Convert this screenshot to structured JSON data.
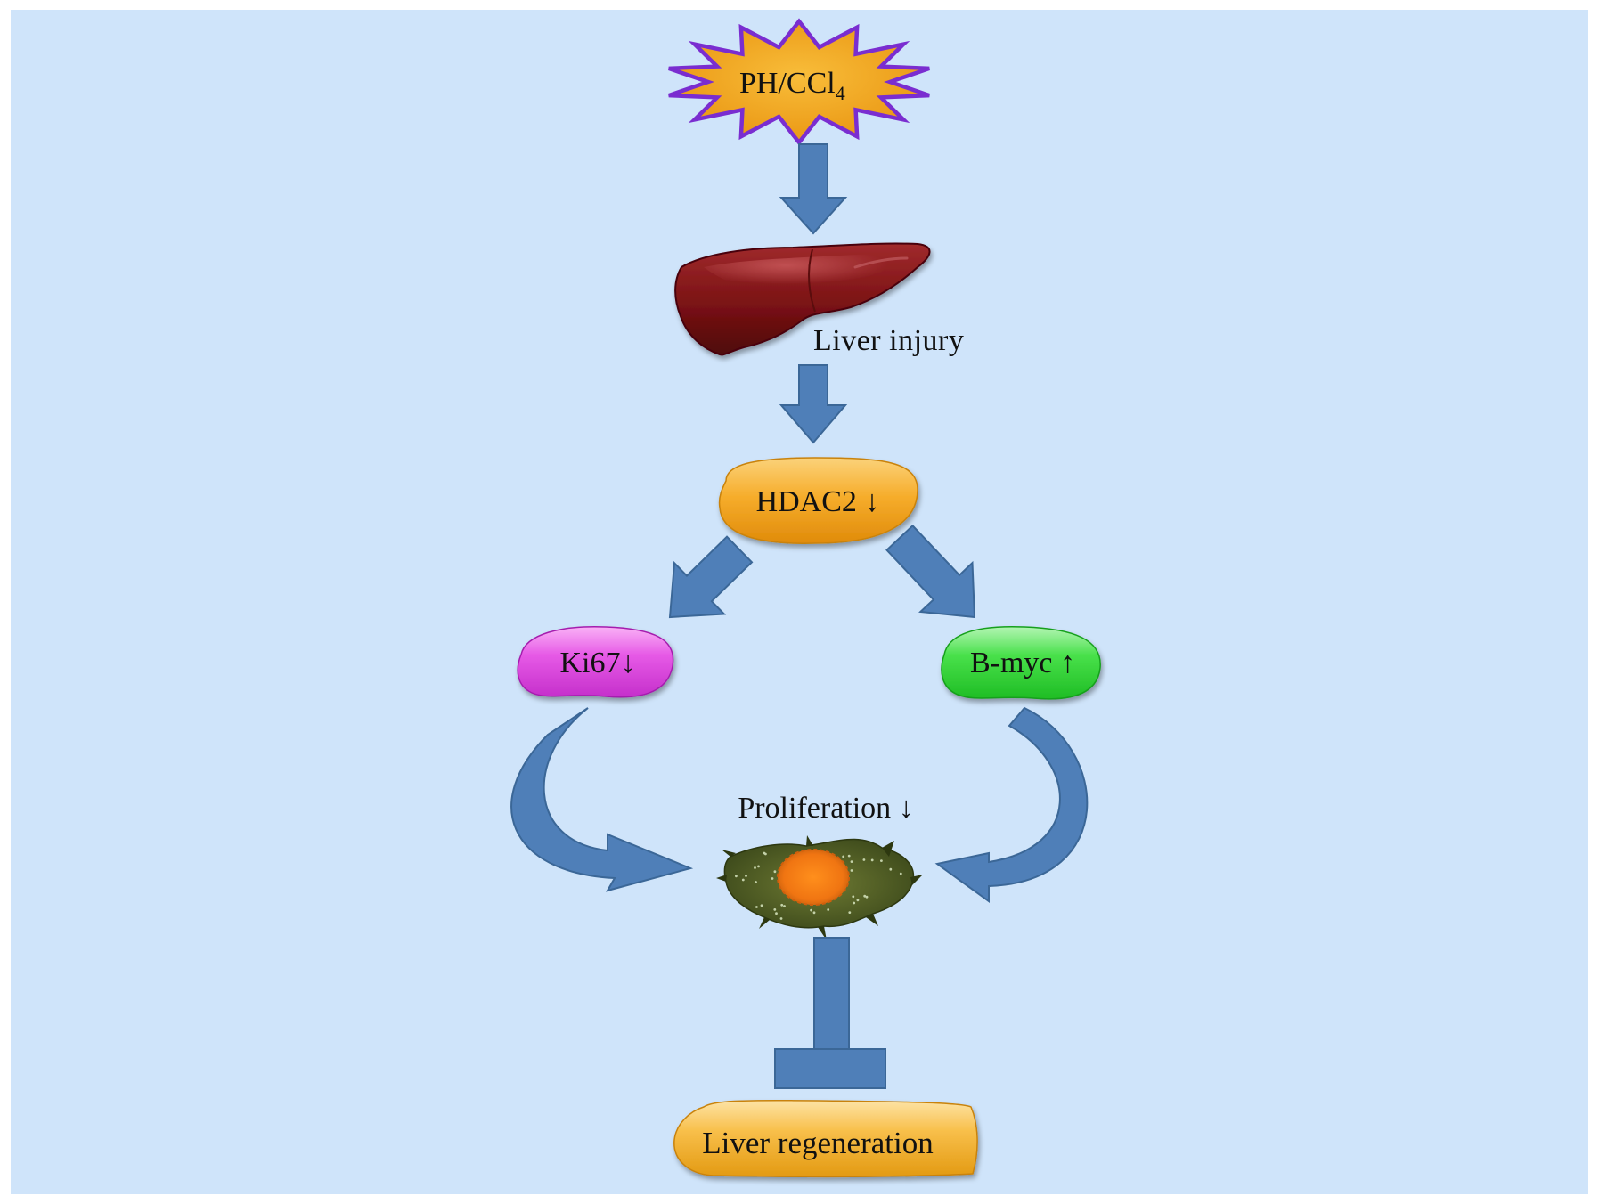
{
  "diagram": {
    "stimulus": {
      "text_main": "PH/CCl",
      "text_sub": "4"
    },
    "liver": {
      "label": "Liver injury"
    },
    "hdac2": {
      "label": "HDAC2 ↓"
    },
    "ki67": {
      "label": "Ki67↓"
    },
    "bmyc": {
      "label": "B-myc ↑"
    },
    "proliferation": {
      "label": "Proliferation ↓"
    },
    "regeneration": {
      "label": "Liver regeneration"
    }
  },
  "colors": {
    "background": "#cfe4fa",
    "arrow_fill": "#4f7fb8",
    "arrow_stroke": "#3b6797",
    "star_fill": "#f3a21b",
    "star_stroke": "#7a2dd0",
    "hdac2_fill": "#f5a823",
    "ki67_fill": "#e24ee2",
    "bmyc_fill": "#3fdc3f",
    "regeneration_fill": "#f5b030",
    "liver_fill": "#7d1416",
    "cell_fill": "#5a6b2a",
    "nucleus_fill": "#f07a14"
  },
  "icons": {
    "liver": "liver-organ-icon",
    "cell": "hepatocyte-cell-icon",
    "stimulus": "starburst-icon"
  }
}
